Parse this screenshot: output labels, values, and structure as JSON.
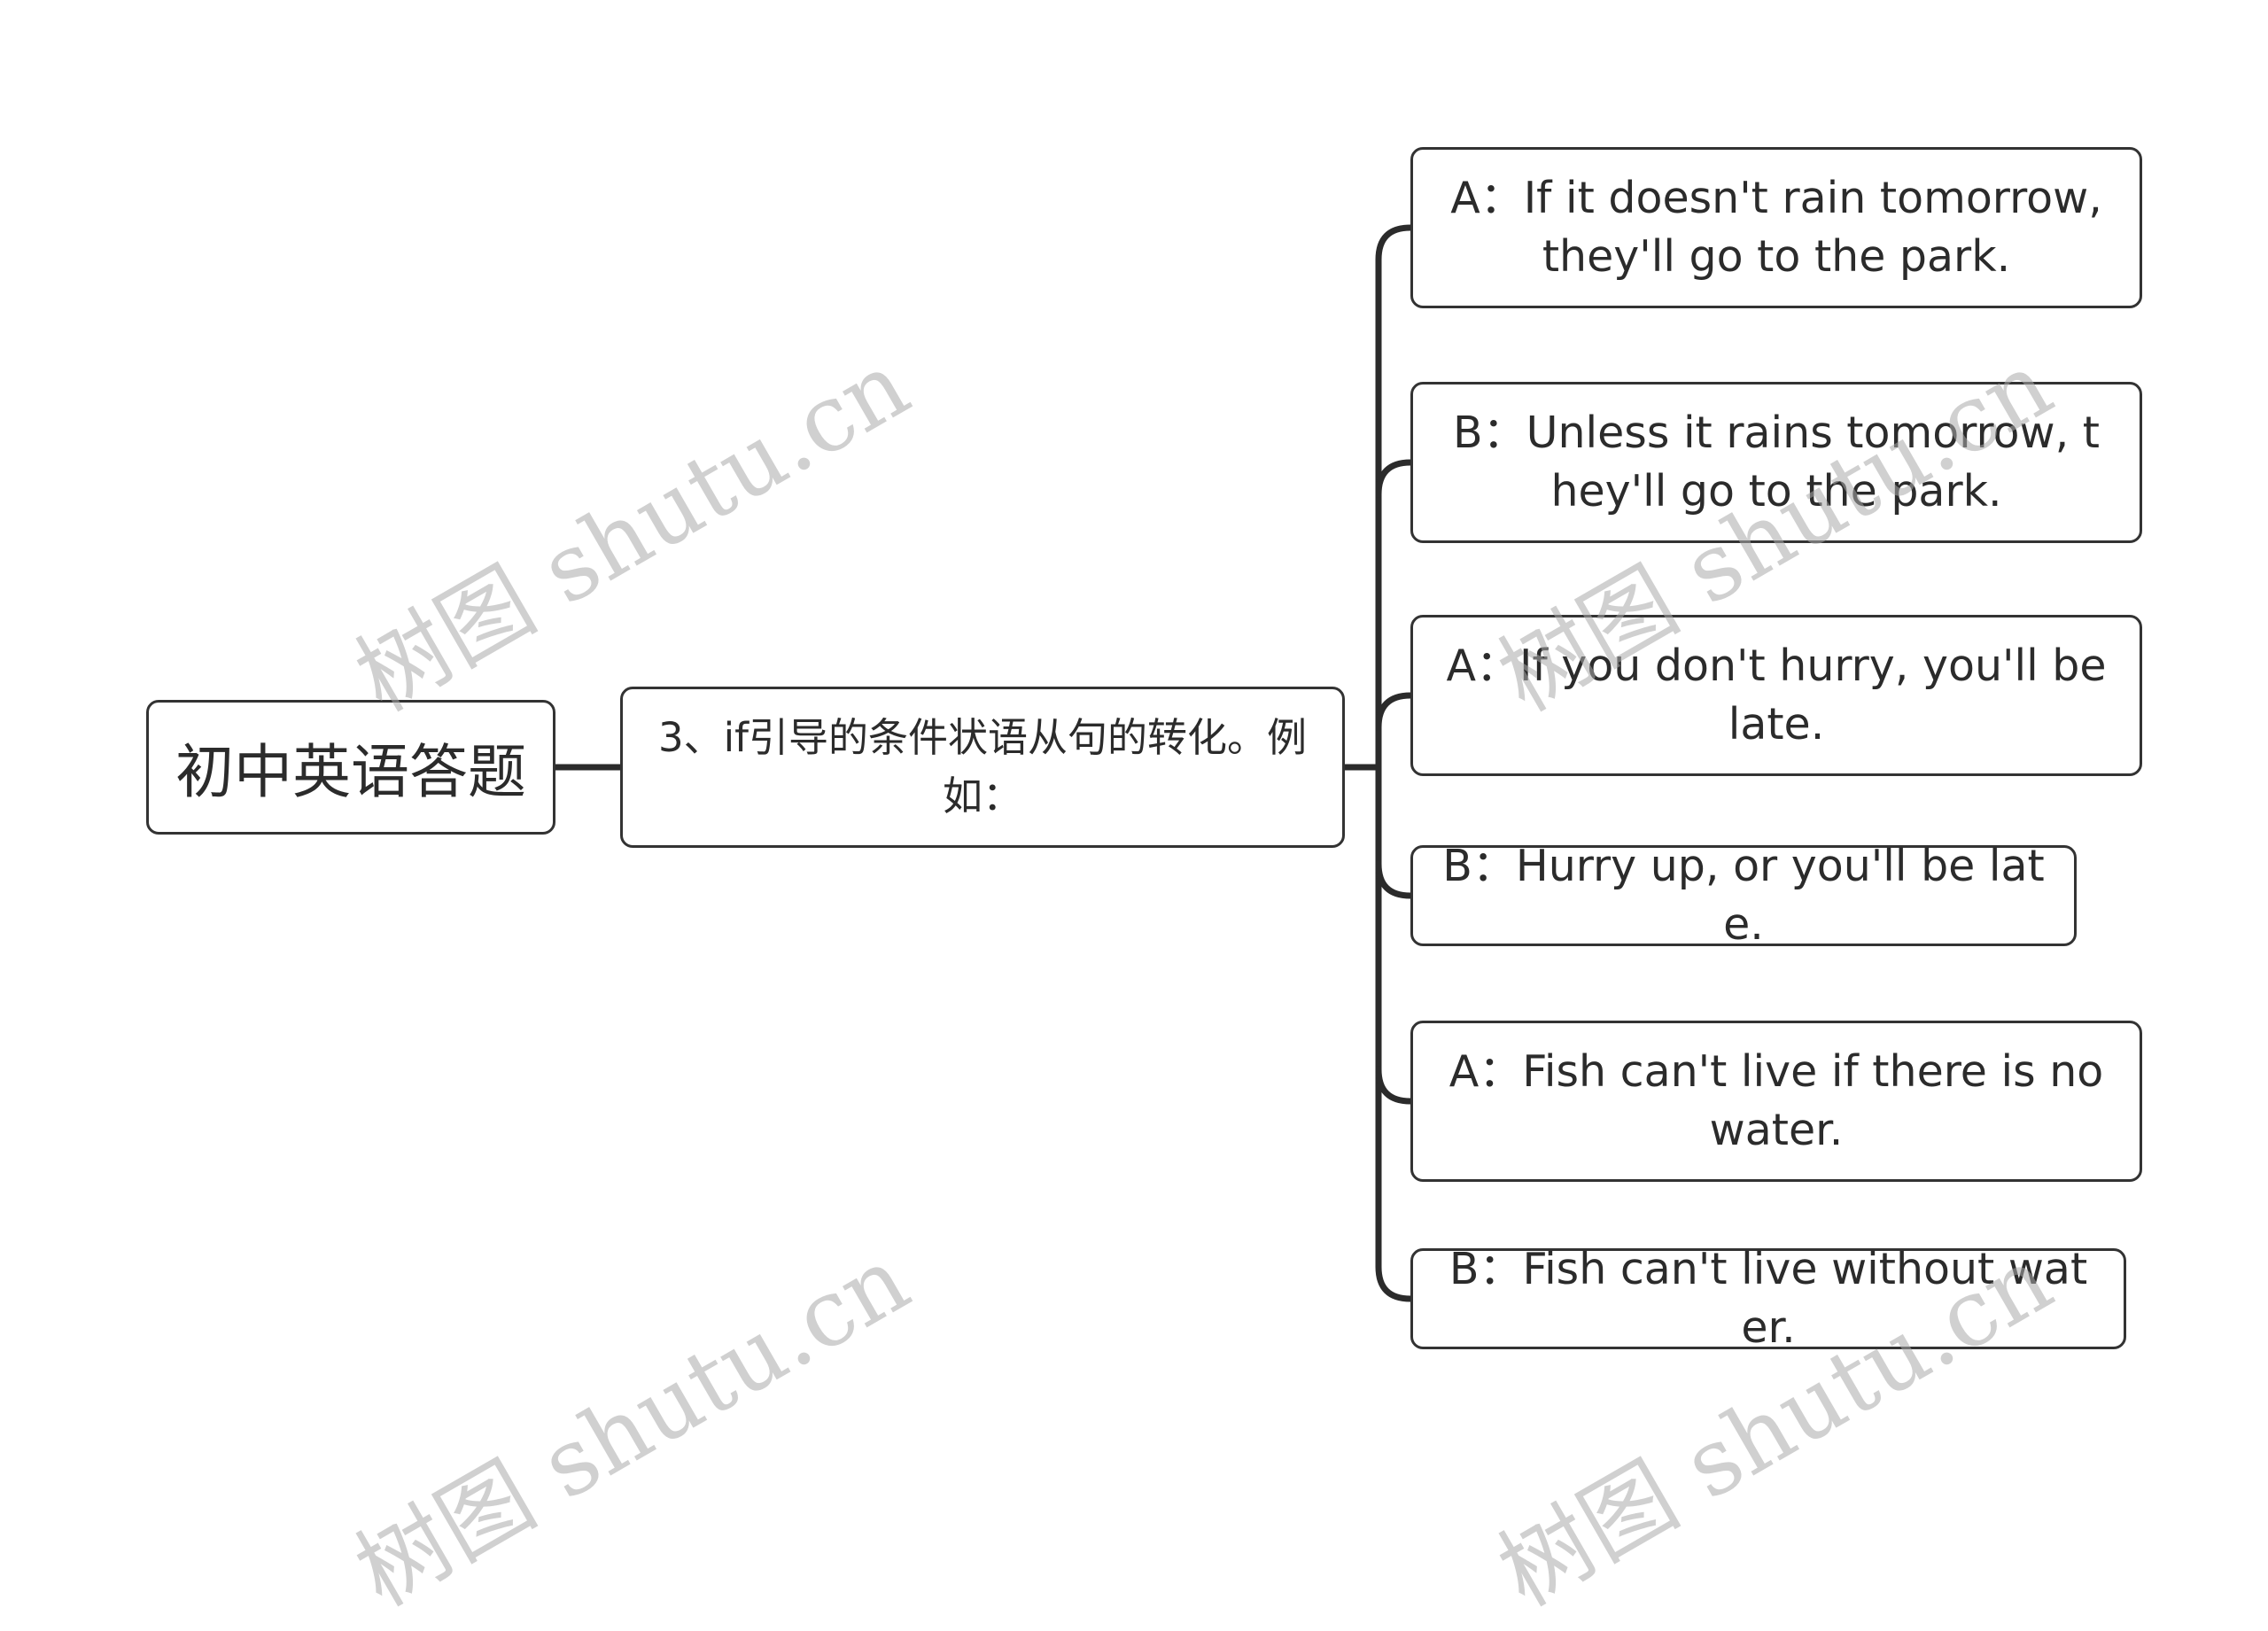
{
  "root": {
    "label": "初中英语答题"
  },
  "branch": {
    "label": "3、if引导的条件状语从句的转化。例如："
  },
  "leaves": [
    {
      "label": "A：If it doesn't rain tomorrow, they'll go to the park."
    },
    {
      "label": "B：Unless it rains tomorrow, they'll go to the park."
    },
    {
      "label": "A：If you don't hurry, you'll be late."
    },
    {
      "label": "B：Hurry up, or you'll be late."
    },
    {
      "label": "A：Fish can't live if there is no water."
    },
    {
      "label": "B：Fish can't live without water."
    }
  ],
  "watermark": {
    "text": "树图 shutu.cn"
  },
  "colors": {
    "line": "#2b2b2b",
    "border": "#333333",
    "text": "#2b2b2b",
    "watermark": "#aaaaaa"
  }
}
